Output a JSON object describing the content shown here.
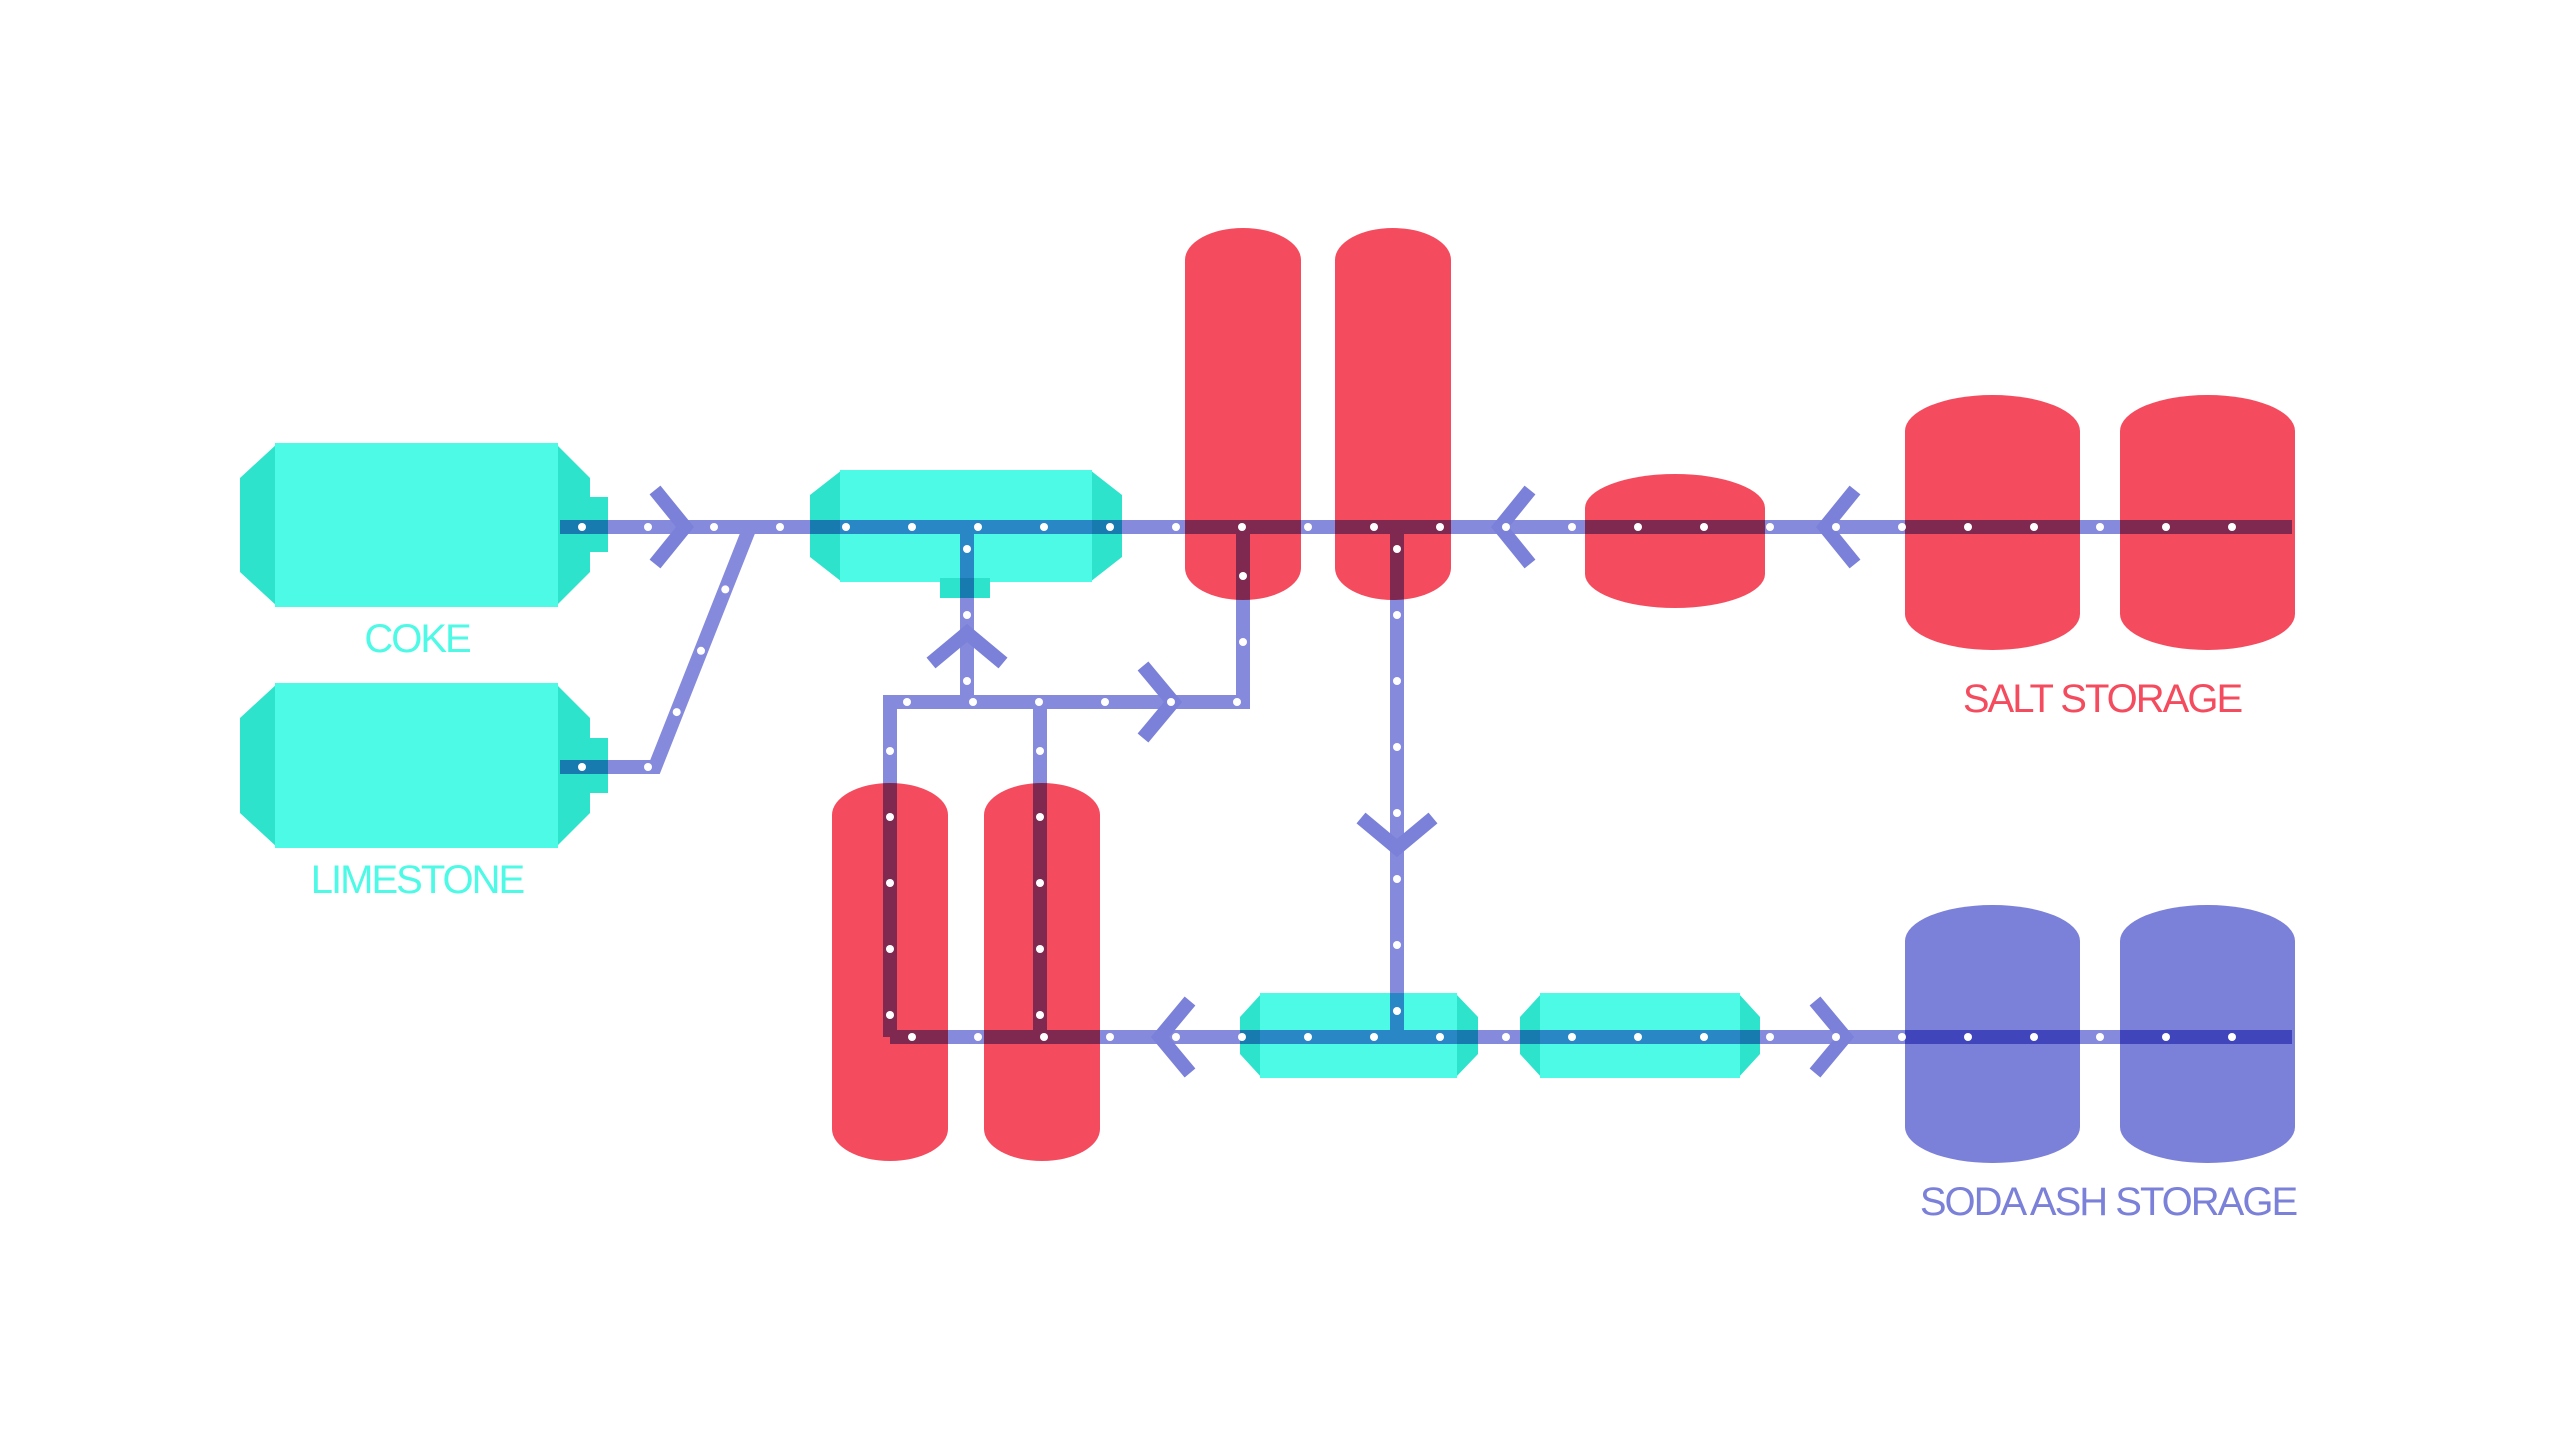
{
  "colors": {
    "pipe": "#7b80d9",
    "pipe_dots": "#ffffff",
    "cyan": "#4dfae6",
    "cyan_dark": "#2de3cc",
    "red": "#f44c5e",
    "purple": "#7b80d9"
  },
  "labels": {
    "coke": "COKE",
    "limestone": "LIMESTONE",
    "salt_storage": "SALT STORAGE",
    "soda_ash_storage": "SODA ASH STORAGE"
  }
}
